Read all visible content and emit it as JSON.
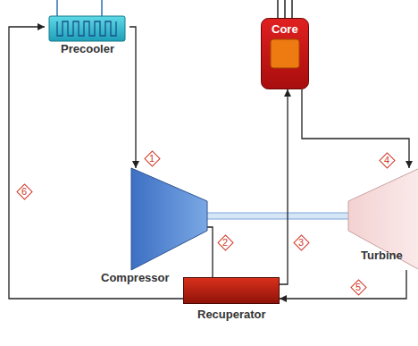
{
  "diagram": {
    "nodes": [
      {
        "text": [
          "Precooler"
        ]
      },
      {
        "text": [
          "Core"
        ]
      },
      {
        "text": [
          "Compressor"
        ]
      },
      {
        "text": [
          "Turbine"
        ]
      },
      {
        "text": [
          "Recuperator"
        ]
      }
    ],
    "edges": [
      {
        "from": 0,
        "to": 2,
        "arrow": "to"
      },
      {
        "from": 2,
        "to": 4,
        "arrow": "none"
      },
      {
        "from": 4,
        "to": 1,
        "arrow": "to"
      },
      {
        "from": 1,
        "to": 3,
        "arrow": "to"
      },
      {
        "from": 3,
        "to": 4,
        "arrow": "to"
      },
      {
        "from": 4,
        "to": 0,
        "arrow": "to"
      },
      {
        "from": 2,
        "to": 3,
        "arrow": "none"
      }
    ],
    "labels": [
      "1",
      "2",
      "3",
      "4",
      "5",
      "6"
    ]
  }
}
